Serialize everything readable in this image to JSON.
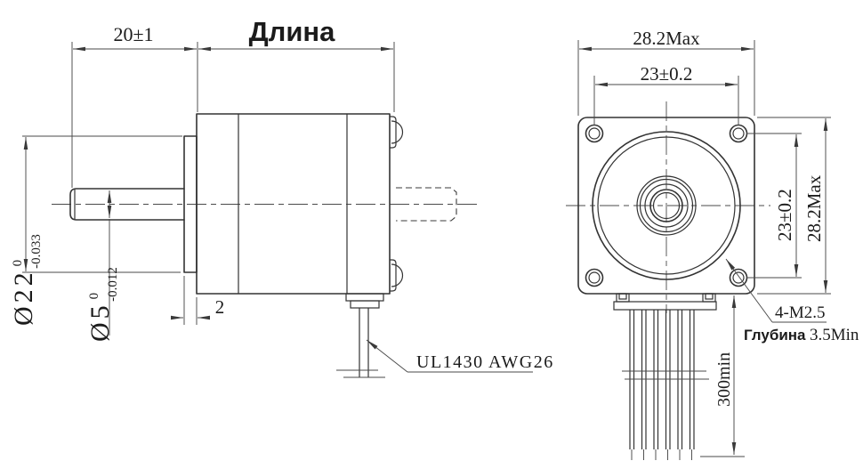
{
  "drawing_title": "stepper-motor-outline-drawing",
  "side_view": {
    "dims": {
      "shaft_length": "20±1",
      "body_length_label": "Длина",
      "pilot_diameter": {
        "main": "Ø22",
        "tol_top": "0",
        "tol_bot": "-0.033"
      },
      "shaft_diameter": {
        "main": "Ø5",
        "tol_top": "0",
        "tol_bot": "-0.012"
      },
      "pilot_step": "2",
      "wire_spec": "UL1430 AWG26"
    }
  },
  "front_view": {
    "dims": {
      "flange_width": "28.2Max",
      "flange_height": "28.2Max",
      "hole_spacing_horizontal": "23±0.2",
      "hole_spacing_vertical": "23±0.2",
      "mounting_thread": "4-M2.5",
      "thread_depth_label": "Глубина",
      "thread_depth_value": "3.5Min",
      "lead_wire_length": "300min"
    }
  },
  "style": {
    "line_color": "#333333",
    "dim_color": "#4a4a4a",
    "background": "#ffffff"
  }
}
